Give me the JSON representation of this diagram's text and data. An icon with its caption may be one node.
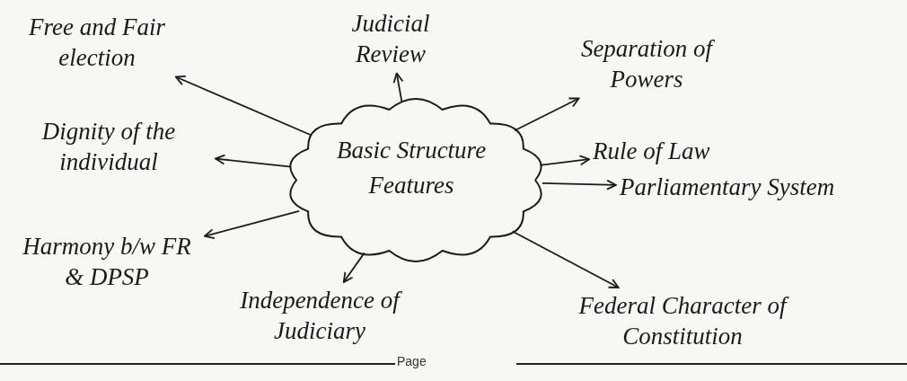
{
  "diagram": {
    "nodes": [
      {
        "text": [
          "Free and Fair election"
        ]
      },
      {
        "text": [
          "Judicial Review"
        ]
      },
      {
        "text": [
          "Separation of Powers"
        ]
      },
      {
        "text": [
          "Dignity of the individual"
        ]
      },
      {
        "text": [
          "Basic Structure Features"
        ]
      },
      {
        "text": [
          "Rule of Law"
        ]
      },
      {
        "text": [
          "Parliamentary System"
        ]
      },
      {
        "text": [
          "Harmony b/w FR & DPSP"
        ]
      },
      {
        "text": [
          "Independence of Judiciary"
        ]
      },
      {
        "text": [
          "Federal Character of Constitution"
        ]
      }
    ],
    "edges": [
      {
        "from": 4,
        "to": 0,
        "arrow": "to"
      },
      {
        "from": 4,
        "to": 1,
        "arrow": "to"
      },
      {
        "from": 4,
        "to": 2,
        "arrow": "to"
      },
      {
        "from": 4,
        "to": 3,
        "arrow": "to"
      },
      {
        "from": 4,
        "to": 5,
        "arrow": "to"
      },
      {
        "from": 4,
        "to": 6,
        "arrow": "to"
      },
      {
        "from": 4,
        "to": 7,
        "arrow": "to"
      },
      {
        "from": 4,
        "to": 8,
        "arrow": "to"
      },
      {
        "from": 4,
        "to": 9,
        "arrow": "to"
      }
    ],
    "labels": [
      "Page"
    ]
  }
}
